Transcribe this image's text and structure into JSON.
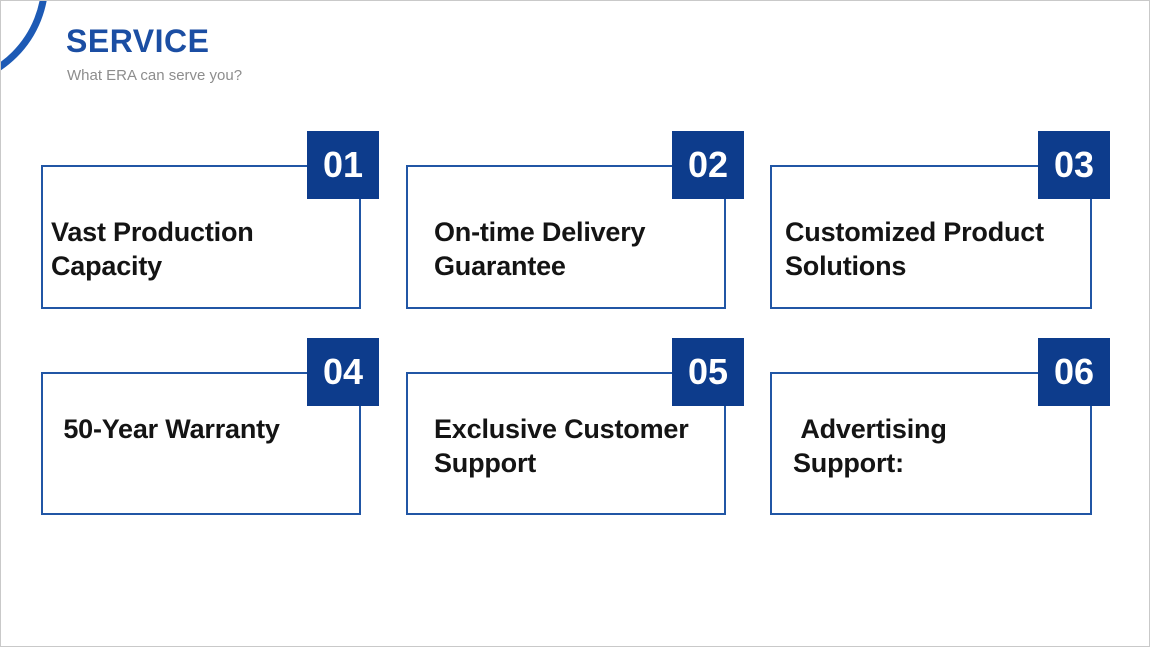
{
  "header": {
    "title": "SERVICE",
    "subtitle": "What ERA can serve you?"
  },
  "colors": {
    "title_blue": "#1b4ea3",
    "card_border_blue": "#2156a5",
    "badge_blue": "#0d3c8c",
    "arc_blue": "#1d5ab5",
    "subtitle_gray": "#8d8d8d",
    "card_text": "#141414",
    "page_border": "#c9c9c9"
  },
  "cards": [
    {
      "number": "01",
      "text": "Vast Production\nCapacity"
    },
    {
      "number": "02",
      "text": "On-time Delivery\nGuarantee"
    },
    {
      "number": "03",
      "text": "Customized Product\nSolutions"
    },
    {
      "number": "04",
      "text": " 50-Year Warranty"
    },
    {
      "number": "05",
      "text": "Exclusive Customer\nSupport"
    },
    {
      "number": "06",
      "text": " Advertising\nSupport:"
    }
  ]
}
